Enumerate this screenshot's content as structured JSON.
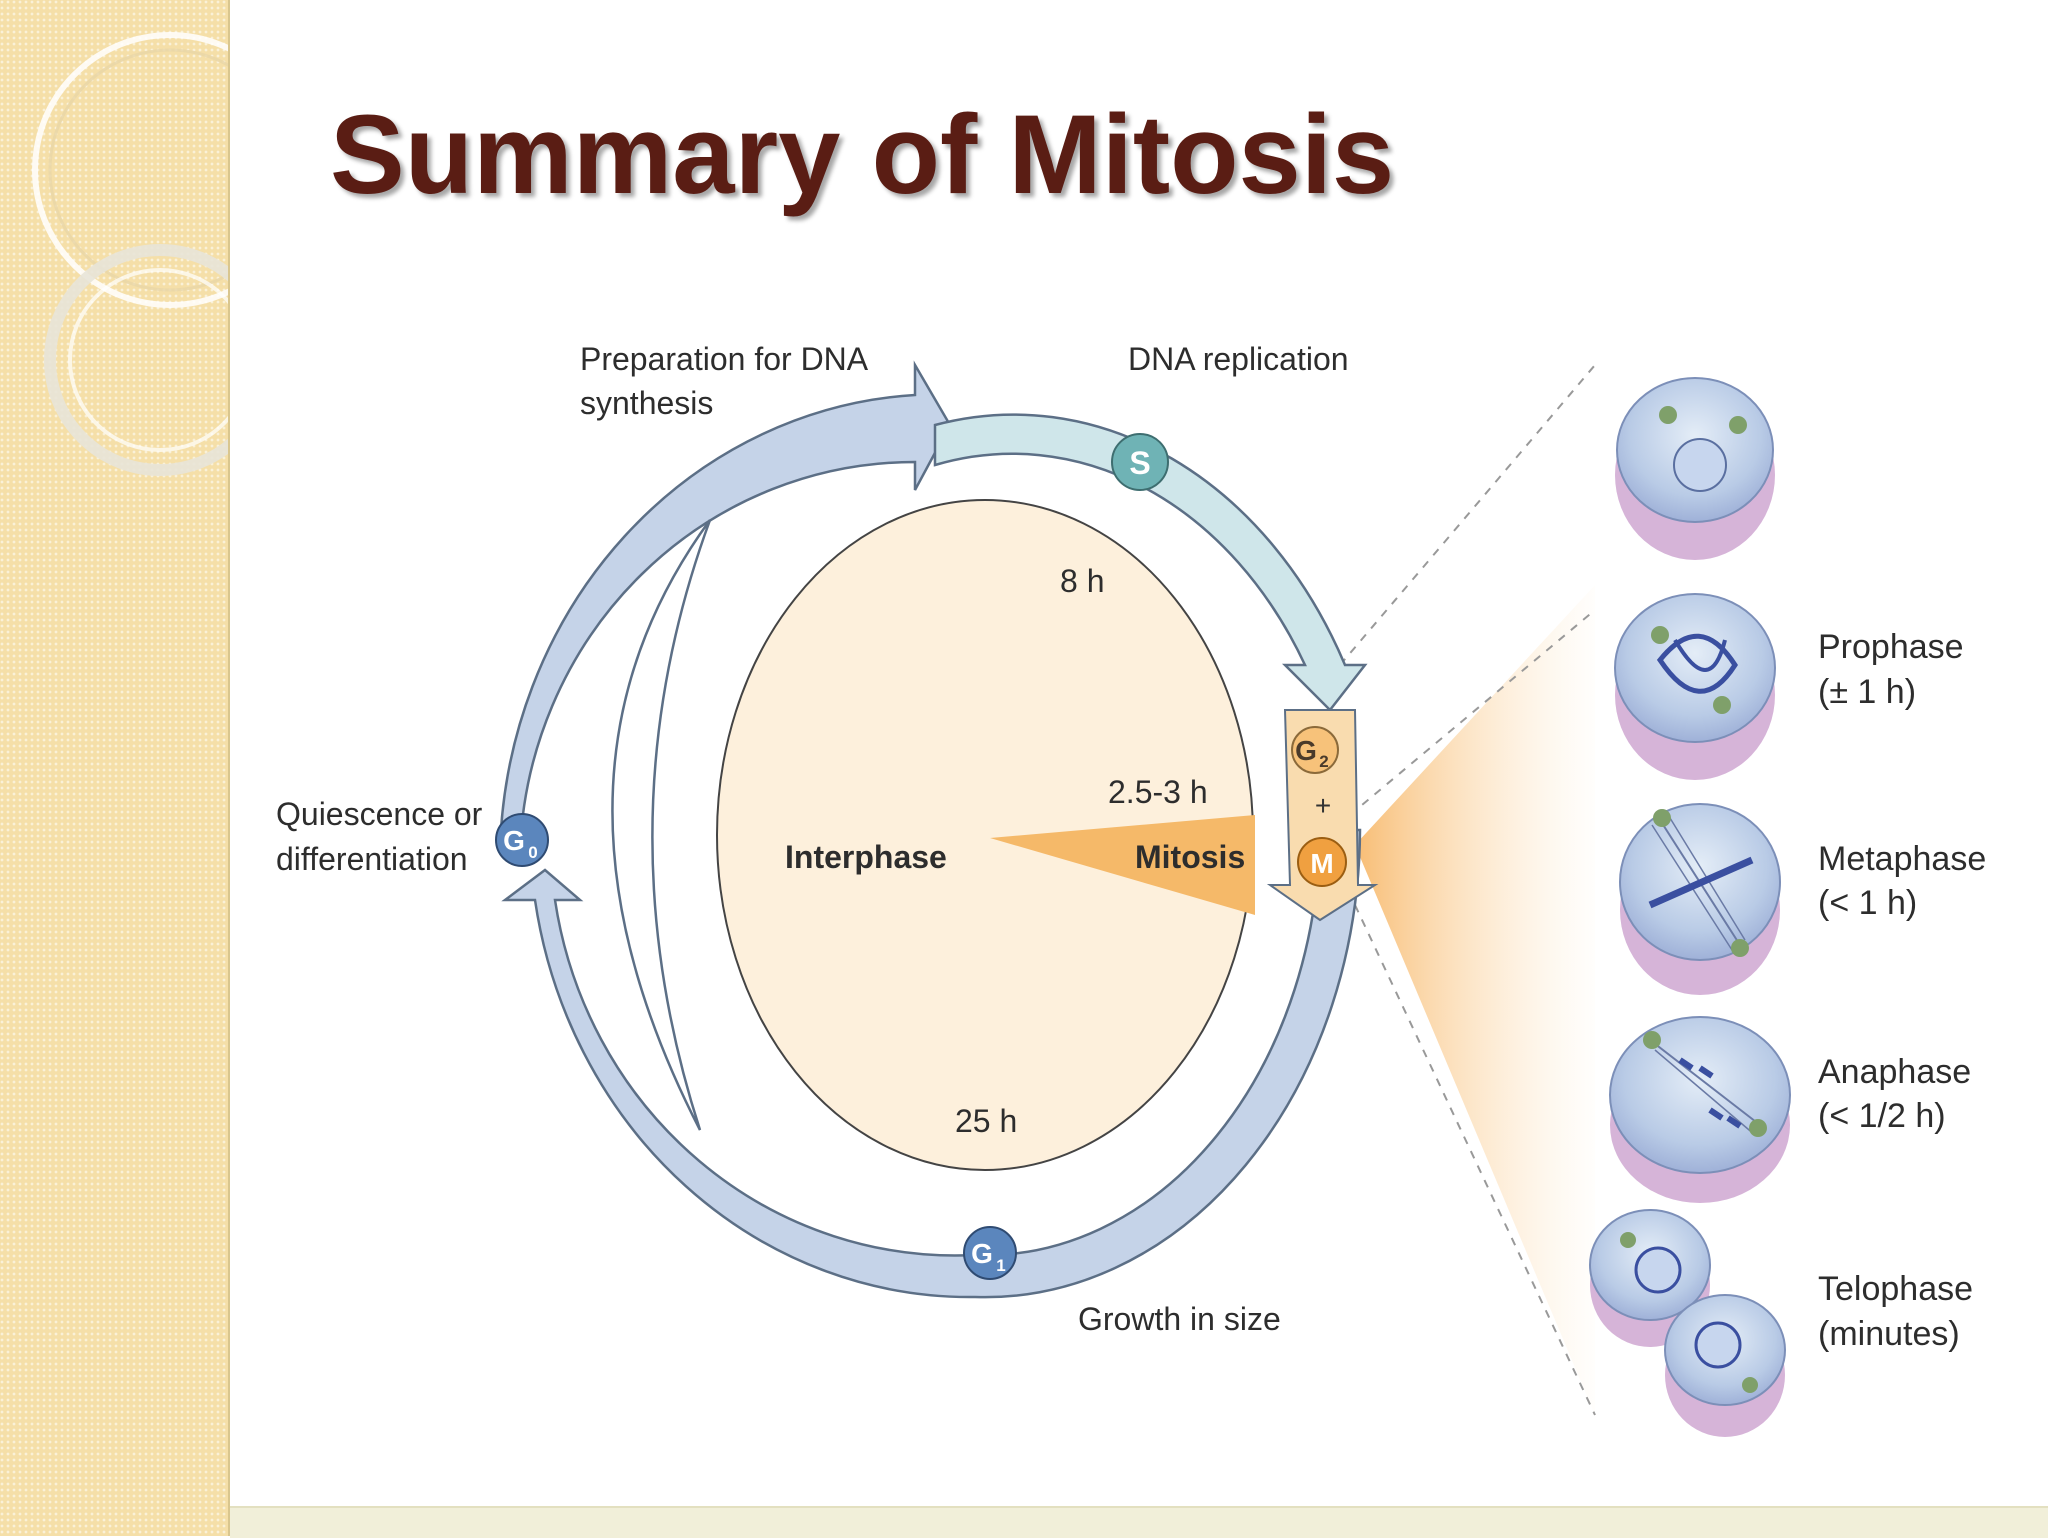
{
  "slide": {
    "title": "Summary of Mitosis"
  },
  "cycle": {
    "top_left_label_line1": "Preparation for DNA",
    "top_left_label_line2": "synthesis",
    "top_right_label": "DNA replication",
    "left_label_line1": "Quiescence or",
    "left_label_line2": "differentiation",
    "bottom_label": "Growth in size",
    "interphase_label": "Interphase",
    "mitosis_label": "Mitosis",
    "duration_s": "8 h",
    "duration_g2": "2.5-3 h",
    "duration_g1": "25 h",
    "plus_sign": "+",
    "badges": {
      "s": "S",
      "g2_main": "G",
      "g2_sub": "2",
      "m": "M",
      "g0_main": "G",
      "g0_sub": "0",
      "g1_main": "G",
      "g1_sub": "1"
    }
  },
  "phases": [
    {
      "name": "Prophase",
      "duration": "(± 1 h)"
    },
    {
      "name": "Metaphase",
      "duration": "(< 1 h)"
    },
    {
      "name": "Anaphase",
      "duration": "(< 1/2 h)"
    },
    {
      "name": "Telophase",
      "duration": "(minutes)"
    }
  ],
  "colors": {
    "title": "#5a1d14",
    "arrow_blue": "#c5d3e8",
    "arrow_teal": "#cfe6ea",
    "interphase_fill": "#fdf0dc",
    "mitosis_orange": "#f5b969",
    "badge_blue": "#5b86bd",
    "badge_teal": "#6fb3b5",
    "badge_orange": "#f0a040"
  }
}
